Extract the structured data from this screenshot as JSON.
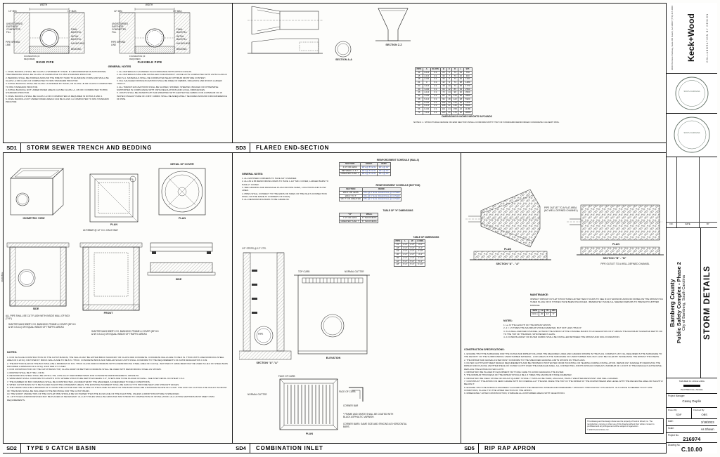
{
  "panels": {
    "sd1": {
      "id": "SD1",
      "title": "STORM SEWER TRENCH AND BEDDING",
      "caption_rigid": "RIGID PIPE",
      "caption_flexible": "FLEXIBLE PIPE",
      "labels": {
        "width": "WIDTH",
        "min": "12\" MIN.",
        "max": "18\" MAX.",
        "undisturbed": "UNDISTURBED EARTH OR COMPACTED FILL",
        "final_backfill": "FINAL BACKFILL",
        "initial_backfill": "INITIAL BACKFILL",
        "spring_line": "PIPE SPRING LINE",
        "haunching": "HAUNCHING",
        "bedding": "BEDDING",
        "foundation": "FOUNDATION (IF REQUIRED)"
      },
      "general_notes_title": "GENERAL NOTES",
      "notes_left": [
        "1.  FINAL BACKFILL SHALL BE CLASS I-A WORKED BY HAND. IF GROUNDWATER IS ANTICIPATED, THEN BEDDING SHALL BE CLASS I-B COMPACTED TO 95% STANDARD PROCTOR.",
        "2.  BEDDING SHALL BE WORKED AROUND THE PIPE BY HAND TO ELIMINATE VOIDS AND SHALL BE CLASS I-A OR CLASS I-B COMPACTED TO 95% STANDARD PROCTOR.",
        "3.  INITIAL BACKFILL SHALL BE CLASS I-A WORKED BY HAND, OR CLASS I-B OR CLASS II COMPACTED TO 95% STANDARD PROCTOR.",
        "4.  INITIAL BACKFILL NOT UNDER PAVED AREAS CAN BE CLASS I-A, I-B OR II COMPACTED TO 85% STANDARD PROCTOR.",
        "5.  FINAL BACKFILL SHALL BE CLASS I-A OR II COMPACTED AS REQUIRED IN NOTES 3 AND 4.",
        "6.  FINAL BACKFILL NOT UNDER PAVED AREAS CAN BE CLASS I-A COMPACTED TO 90% STANDARD PROCTOR."
      ],
      "notes_right": [
        "1.  ALL MATERIALS CLASSIFIED IN ACCORDANCE WITH ASTM D 2321-89.",
        "2.  ALL MATERIALS SHALL BE INSTALLED IN MAXIMUM 8\" LOOSE LIFTS COMPACTED WITH ASTM CLASS III AND IV-A. MATERIALS SHALL BE COMPACTED NEAR OPTIMUM MOISTURE CONTENT.",
        "3.  FILL SALVAGED FROM EXCAVATION SHALL BE FREE OF DEBRIS, ORGANICS AND ROCKS LARGER THAN 3\".",
        "4.  ALL TRENCH EXCAVATIONS SHALL BE SLOPED, SHORED, SHEETED, BRACED OR OTHERWISE SUPPORTED IN COMPLIANCE WITH OSHA REGULATIONS AND LOCAL ORDINANCES.",
        "5.  JOINTS SHALL BE WATERTIGHT AND WRAPPED WITH GEOTEXTILE FABRIC FOR A MINIMUM OF 18 INCHES ON EACH SIDE OF JOINT. FABRIC SHALL BE ADEQUATELY SECURED AROUND CIRCUMFERENCE OF PIPE."
      ]
    },
    "sd3": {
      "id": "SD3",
      "title": "FLARED END-SECTION",
      "labels": {
        "section_aa": "SECTION A-A",
        "section_zz": "SECTION Z-Z"
      },
      "table_caption": "DIMENSIONS IN INCHES   WEIGHTS IN POUNDS",
      "table": {
        "headers": [
          "PIPE",
          "A",
          "SLOPE",
          "B",
          "C",
          "D",
          "L",
          "WT."
        ],
        "rows": [
          [
            "12",
            "2-1/4",
            "3:1",
            "24",
            "6",
            "73",
            "44",
            "730"
          ],
          [
            "15",
            "2-1/2",
            "3:1",
            "30",
            "7",
            "73",
            "42",
            "940"
          ],
          [
            "18",
            "2-3/4",
            "3:1",
            "36",
            "8",
            "73",
            "40",
            "1190"
          ],
          [
            "21",
            "3",
            "3:1",
            "42",
            "9",
            "73",
            "38",
            "1480"
          ],
          [
            "24",
            "3-1/4",
            "3:1",
            "48",
            "10",
            "73",
            "36",
            "1770"
          ],
          [
            "30",
            "3-3/4",
            "3:1",
            "60",
            "12",
            "85",
            "34",
            "2560"
          ],
          [
            "36",
            "4-1/4",
            "3:1",
            "72",
            "14",
            "98",
            "32",
            "3520"
          ],
          [
            "42",
            "4-3/4",
            "3:1",
            "84",
            "16",
            "110",
            "30",
            "4650"
          ],
          [
            "48",
            "5-1/4",
            "3:1",
            "96",
            "18",
            "122",
            "28",
            "5920"
          ],
          [
            "54",
            "5-3/4",
            "2:1",
            "102",
            "20",
            "134",
            "26",
            "7470"
          ],
          [
            "60",
            "6-1/4",
            "2:1",
            "108",
            "22",
            "146",
            "24",
            "8910"
          ],
          [
            "66",
            "6-3/4",
            "2:1",
            "114",
            "24",
            "158",
            "22",
            "11180"
          ],
          [
            "72",
            "7-1/4",
            "2:1",
            "120",
            "26",
            "170",
            "20",
            "13980"
          ]
        ]
      },
      "notes": [
        "NOTES:  1. STRUCTURAL DESIGN ON END SECTION SHALL CONFORM WITH THAT OF STANDARD REINFORCED CONCRETE CULVERT PIPE."
      ]
    },
    "sd2": {
      "id": "SD2",
      "title": "TYPE 9 CATCH BASIN",
      "labels": {
        "detail_of_cover": "DETAIL OF COVER",
        "plan": "PLAN",
        "isometric": "ISOMETRIC VIEW",
        "side": "SIDE",
        "front": "FRONT",
        "variable": "VARIABLE",
        "rebar_note": "#4 REBAR @ 12\" O.C. EACH WAY",
        "pipe_cut_note": "ALL PIPE SHALL BE CUT FLUSH WITH INSIDE WALL OF BOX (TYP.)",
        "sumter": "SUMTER MACHINERY CO. BANNOCK FRAME & COVER (NF-5.5 & NF-5.5-C1) OR EQUAL INSIDE OF TRAFFIC AREAS"
      },
      "notes_title": "NOTES:",
      "notes": [
        "1.  FOR IN-PLACE CONSTRUCTION OF THE CATCH BASINS, THE WALLS MAY BE EITHER BRICK MASONRY OR CLASS 3000 CONCRETE. CONCRETE WALLS ARE TO BE 6 IN. THICK WITH A REINFORCING STEEL AREA OF 0.20 SQ. INCH PER FT. BRICK WALLS ARE TO BE 8 IN. THICK. CONCRETE BRICK AND SIMILAR SOLID UNITS SHALL CONFORM TO THE REQUIREMENTS OF ASTM DESIGNATION C 139.",
        "2.  THE BOTTOM SLAB OF THE BOX SHALL BE A MINIMUM OF 8 IN. THICK CLASS 3000 CONCRETE WITH A REINFORCING STEEL AREA OF 0.20 SQ. INCH PER FT. WIRE MESH MAY BE USED IN LIEU OF STEEL BARS PROVIDED A MINIMUM OF 0.20 SQ. INCH PER FT. IS MET.",
        "3.  FOR CONSTRUCTION OF THE CATCH BASIN TOP, CLASS 4000P OR BETTER CONCRETE SHALL BE USED WITH REINFORCING STEEL AS SHOWN.",
        "4.  MORTAR SHALL BE TYPE 1 OR M.",
        "5.  REINFORCING STEEL SHALL BE ASTM A-706, LOW-ALLOY DEFORMED BARS FOR CONCRETE REINFORCEMENT, GRADE 60.",
        "6.  WIRE MESH SHALL CONFORM TO AASHTO M 55. WHERE STRUCTURE DEPTH EXCEEDS 3'-6\", STEPS ARE TO BE PLACED ON WALL. SEE STEP DETAIL ON SHEET C-6.3.",
        "7.  THE NUMBER OF BOX OPENINGS SHALL BE CONSTRUCTED, AS DIRECTED BY THE ENGINEER, AS REQUIRED TO FIELD CONDITIONS.",
        "8.  WHEN CATCH BASIN IS TO BE PLACED IN EXISTING PAVEMENT AREAS, THE EXISTING PAVEMENT SHALL BE SAW CUT TO PROVIDE NEAT AND STRAIGHT EDGES.",
        "9.  THE GRATE SHALL BE A MINIMUM OF 3\" FROM THE GUTTER AND THE SLOPE OF THE FLUME IN FRONT OF THE BASIN SHALL BE A MAXIMUM SLOPE OF 1V:24H. THE COST OF CUTTING THE VALLEY IN FRONT OF THE BASIN SHALL BE INCLUDED IN THE BID PRICE FOR THE CATCH BASIN.",
        "10. THE SOFFIT (INSIDE TOP) OF THE OUTLET PIPE SHOULD BE NO HIGHER THAN THE FLOW-LINE OF THE INLET PIPE, UNLESS A DROP STRUCTURE IS SPECIFIED.",
        "11. LIFT HOLES AND/OR DEVICES MAY BE PLACED AS NECESSARY. ALL LIFT HOLES SHALL BE GROUTED SHUT PRIOR TO COMPLETION OF INSTALLATION. ALL LIFTING METHODS MUST MEET OSHA REQUIREMENTS."
      ]
    },
    "sd4": {
      "id": "SD4",
      "title": "COMBINATION INLET",
      "general_notes_title": "GENERAL NOTES:",
      "general_notes": [
        "1.  ALL EXPOSED CORNERS TO HAVE 3/4\" CHAMFER.",
        "2.  ALL #4 & #5 REINFORCING BARS TO HAVE 1-1/2\" MIN. COVER, LARGER BARS TO HAVE 2\" COVER.",
        "3.  SEE GRADING AND DRAINAGE PLAN FOR PIPE SIZES, LOCATIONS AND FLOW LINES.",
        "4.  PIPES SHALL CONNECT TO THE ENDS OR SIDES OF THE INLET (CONNECTION SHALL NOT BE MADE AT CORNERS OF INLET).",
        "5.  ALL REINFORCING BARS TO BE GRADE 60."
      ],
      "tables": {
        "walls": {
          "title": "REINFORCEMENT SCHEDULE (WALLS)",
          "headers": [
            "SECTION",
            "HORIZ.",
            "VERT."
          ],
          "rows": [
            [
              "4'-0\" OR LESS",
              "#4's @ 8\" E.W.",
              "#4's @ 12\""
            ],
            [
              "BETWEEN 4' & 7'",
              "#4's @ 6\" E.W.",
              "#4's @ 12\""
            ],
            [
              "GREATER THAN 7'",
              "#5's @ 6\" E.W.",
              "#4's @ 10\""
            ]
          ]
        },
        "bottom": {
          "title": "REINFORCEMENT SCHEDULE (BOTTOM)",
          "headers": [
            "SECTION",
            "REINF."
          ],
          "rows": [
            [
              "WD 4' OR LESS",
              "#4's @ 8\" E.W. DIAGONAL @ COVER"
            ],
            [
              "WD 4' TO 7'",
              "#4's @ 6\" E.W. DIAGONAL @ COVER"
            ],
            [
              "WD 7' OR GREATER",
              "#5's @ 6\" E.W. DIAGONAL @ COVER"
            ]
          ]
        },
        "hdims": {
          "title": "TABLE OF \"H\" DIMENSIONS",
          "headers": [
            "\"H\"",
            "WALL"
          ],
          "rows": [
            [
              "7'-0\" OR LESS",
              "6\" THICKNESS"
            ],
            [
              "GREATER THAN 7'",
              "8\" THICKNESS"
            ]
          ]
        },
        "dims": {
          "title": "TABLE OF DIMENSIONS",
          "headers": [
            "PIPE",
            "L",
            "W",
            "H MIN."
          ],
          "rows": [
            [
              "15\"",
              "2'-8\"",
              "2'-8\"",
              "3'-0\""
            ],
            [
              "18\"",
              "3'-0\"",
              "3'-0\"",
              "3'-4\""
            ],
            [
              "24\"",
              "3'-6\"",
              "3'-6\"",
              "3'-10\""
            ],
            [
              "30\"",
              "4'-0\"",
              "4'-0\"",
              "4'-4\""
            ],
            [
              "36\"",
              "4'-6\"",
              "4'-6\"",
              "4'-10\""
            ],
            [
              "42\"",
              "5'-0\"",
              "5'-0\"",
              "5'-4\""
            ],
            [
              "48\"",
              "5'-6\"",
              "5'-6\"",
              "5'-10\""
            ]
          ]
        }
      },
      "labels": {
        "section_aa": "SECTION \"A\"-\"A\"",
        "elevation": "ELEVATION",
        "plan": "PLAN",
        "top_curb": "TOP CURB",
        "normal_gutter": "NORMAL GUTTER",
        "face_of_curb": "FACE OF CURB",
        "corner_bar": "CORNER BAR",
        "pipe": "PIPE",
        "steps": "1/2\" STEPS @ 12\" CTS.",
        "frame_note": "* FRAME AND GRATE SHALL BE COATED WITH BLACK ASPHALTIC VARNISH.",
        "corner_note": "CORNER BARS: SAME SIZE AND SPACING AS HORIZONTAL BARS."
      }
    },
    "sd5": {
      "id": "SD5",
      "title": "RIP RAP APRON",
      "labels": {
        "plan": "PLAN",
        "section_aa": "SECTION \"A\" - \"A\"",
        "section_bb": "SECTION \"B\" - \"B\"",
        "outlet_flat": "PIPE OUTLET TO A FLAT AREA (NO WELL-DEFINED CHANNEL)",
        "outlet_channel": "PIPE OUTLET TO A WELL-DEFINED CHANNEL"
      },
      "maintenance_title": "MAINTENANCE:",
      "maintenance": "INSPECT RIPRAP OUTLET STRUCTURES AFTER HEAVY RAINS TO SEE IF ANY EROSION AROUND OR BELOW THE RIPRAP HAS TAKEN PLACE OR IF STONES HAVE BEEN DISLODGED. IMMEDIATELY MAKE ALL NEEDED REPAIRS TO PREVENT FURTHER DAMAGE.",
      "table": {
        "headers": [
          "SIZE",
          "La",
          "W",
          "d50"
        ],
        "rows": [
          [
            "FES 1",
            "20'",
            "14'",
            "6\""
          ]
        ]
      },
      "notes_title": "NOTES:",
      "notes": [
        "1.  La IS THE LENGTH OF THE RIPRAP APRON.",
        "2.  d = 1.5 TIMES THE MAXIMUM STONE DIAMETER, BUT NOT LESS THAN 6\".",
        "3.  IN A WELL-DEFINED CHANNEL, EXTEND THE APRON UP THE CHANNEL BANKS TO AN ELEVATION OF 6\" ABOVE THE MAXIMUM TAILWATER DEPTH OR TO THE TOP OF THE BANK, WHICHEVER IS LESS.",
        "4.  A FILTER BLANKET OR FILTER FABRIC SHALL BE INSTALLED BETWEEN THE RIPRAP AND SOIL FOUNDATION."
      ],
      "specs_title": "CONSTRUCTION SPECIFICATIONS:",
      "specs": [
        "1.  ENSURE THAT THE SUBGRADE FOR THE FILTER AND RIPRAP FOLLOWS THE REQUIRED LINES AND GRADES SHOWN IN THE PLAN. COMPACT ANY FILL REQUIRED IN THE SUBGRADE TO THE DENSITY OF THE SURROUNDING UNDISTURBED MATERIAL. LOW AREAS IN THE SUBGRADE ON UNDISTURBED SOIL MAY ALSO BE FILLED BY INCREASING THE RIPRAP THICKNESS.",
        "2.  THE RIPRAP AND GRAVEL FILTER MUST CONFORM TO THE SPECIFIED GRADING LIMITS SHOWN ON THE PLANS.",
        "3.  FILTER CLOTH MUST MEET DESIGN REQUIREMENTS AND BE PROPERLY PROTECTED FROM PUNCHING OR TEARING DURING INSTALLATION. REPAIR ANY DAMAGE BY REMOVING THE RIPRAP AND PLACING ANOTHER PIECE OF FILTER CLOTH OVER THE DAMAGED AREA. ALL CONNECTING JOINTS SHOULD OVERLAP A MINIMUM OF 1 FOOT. IF THE DAMAGE IS EXTENSIVE, REPLACE THE ENTIRE FILTER CLOTH.",
        "4.  RIPRAP MAY BE PLACED BY EQUIPMENT, BUT TAKE CARE TO AVOID DAMAGING THE FILTER.",
        "5.  THE MINIMUM THICKNESS OF THE RIPRAP SHOULD BE 1.5 TIMES THE MAXIMUM STONE DIAMETER.",
        "6.  RIPRAP MAY BE FIELD STONE OR ROUGH QUARRY STONE. IT SHOULD BE HARD, ANGULAR, HIGHLY WEATHER-RESISTANT AND WELL GRADED.",
        "7.  CONSTRUCT THE APRON ON ZERO GRADE WITH NO OVERFALL AT THE END. MAKE THE TOP OF THE RIPRAP AT THE DOWNSTREAM END LEVEL WITH THE RECEIVING AREA OR SLIGHTLY BELOW IT.",
        "8.  ENSURE THAT THE APRON IS PROPERLY ALIGNED WITH THE RECEIVING STREAM AND PREFERABLY STRAIGHT THROUGHOUT ITS LENGTH. IF A CURVE IS NEEDED TO FIT SITE CONDITIONS, PLACE IT IN THE UPPER SECTION OF THE APRON.",
        "9.  IMMEDIATELY AFTER CONSTRUCTION, STABILIZE ALL DISTURBED AREAS WITH VEGETATION."
      ],
      "copyright1": "This drawing and the design shown are the property of Keck & Wood, Inc. The reproduction, copying or other use of this drawing without their written consent is prohibited and any infringement will be subject to legal action.",
      "copyright2": "© 2023 Keck & Wood, Inc."
    }
  },
  "titleblock": {
    "brand": {
      "name": "Keck+Wood",
      "tagline": "COLLABORATION BY DESIGN",
      "address": [
        "3090 Premiere Parkway, Suite 200",
        "Duluth, GA 30097",
        "(770) 417-4000"
      ]
    },
    "seals": {
      "seal1": "SOUTH CAROLINA",
      "seal2": "SOUTH CAROLINA"
    },
    "revisions": {
      "no": "NO.",
      "date": "DATE",
      "by": "BY"
    },
    "project": {
      "client": "Bamberg County",
      "name": "Public Safety Complex - Phase 2",
      "location": "City of Bamberg, South Carolina"
    },
    "sheet_title": "STORM DETAILS",
    "scalebar": {
      "top": "THIS BAR IS 1 INCH LONG",
      "bottom": "PLOTTED FULL SCALE"
    },
    "fields": {
      "pm_label": "Project Manager:",
      "pm": "Casey Duplin",
      "drawn_label": "Drawn By:",
      "drawn": "SDF",
      "checked_label": "Checked By:",
      "checked": "OBS",
      "date_label": "Date:",
      "date": "2/18/2023",
      "scale_label": "Scale:",
      "scale": "As Shown",
      "project_no_label": "Project No.",
      "project_no": "216974",
      "drawing_no_label": "Drawing No.",
      "drawing_no": "C.10.00"
    }
  }
}
